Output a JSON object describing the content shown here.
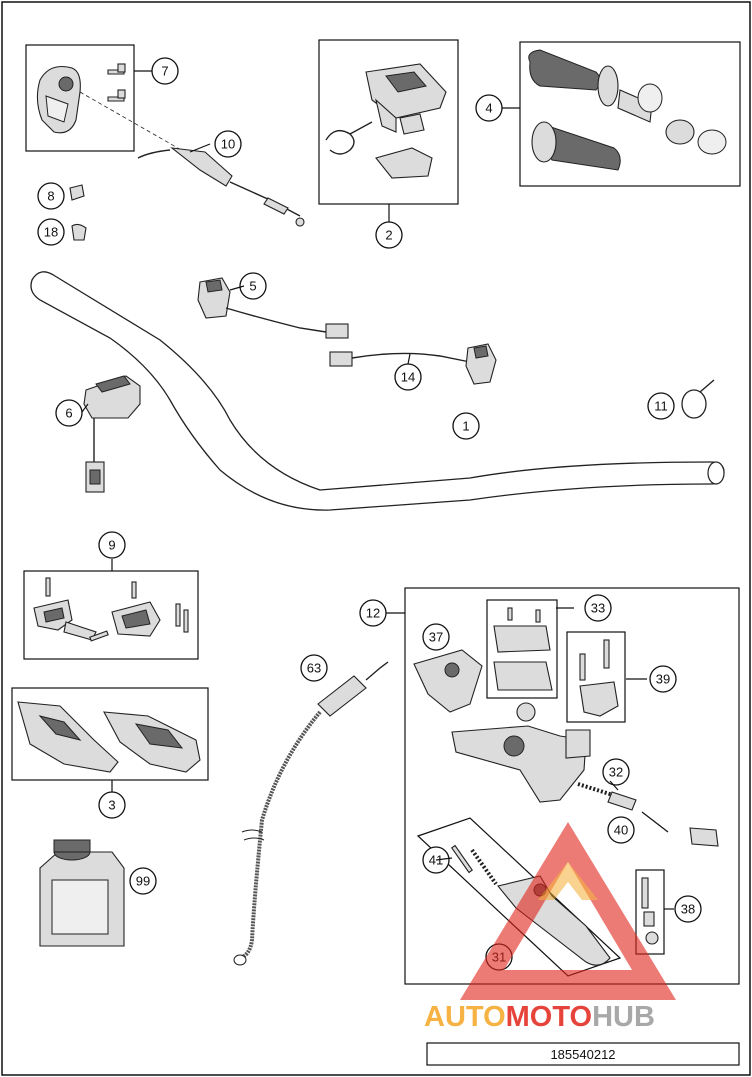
{
  "callouts": [
    {
      "id": "c1",
      "label": "1"
    },
    {
      "id": "c2",
      "label": "2"
    },
    {
      "id": "c3",
      "label": "3"
    },
    {
      "id": "c4",
      "label": "4"
    },
    {
      "id": "c5",
      "label": "5"
    },
    {
      "id": "c6",
      "label": "6"
    },
    {
      "id": "c7",
      "label": "7"
    },
    {
      "id": "c8",
      "label": "8"
    },
    {
      "id": "c9",
      "label": "9"
    },
    {
      "id": "c10",
      "label": "10"
    },
    {
      "id": "c11",
      "label": "11"
    },
    {
      "id": "c12",
      "label": "12"
    },
    {
      "id": "c14",
      "label": "14"
    },
    {
      "id": "c18",
      "label": "18"
    },
    {
      "id": "c31",
      "label": "31"
    },
    {
      "id": "c32",
      "label": "32"
    },
    {
      "id": "c33",
      "label": "33"
    },
    {
      "id": "c37",
      "label": "37"
    },
    {
      "id": "c38",
      "label": "38"
    },
    {
      "id": "c39",
      "label": "39"
    },
    {
      "id": "c40",
      "label": "40"
    },
    {
      "id": "c41",
      "label": "41"
    },
    {
      "id": "c63",
      "label": "63"
    },
    {
      "id": "c99",
      "label": "99"
    }
  ],
  "watermark": {
    "word_part1": "AUTO",
    "word_part2": "MOTO",
    "word_part3": "HUB",
    "color_orange": "#f5a623",
    "color_red": "#e2231a",
    "color_gray": "#9a9a9a"
  },
  "drawing_number": "185540212"
}
